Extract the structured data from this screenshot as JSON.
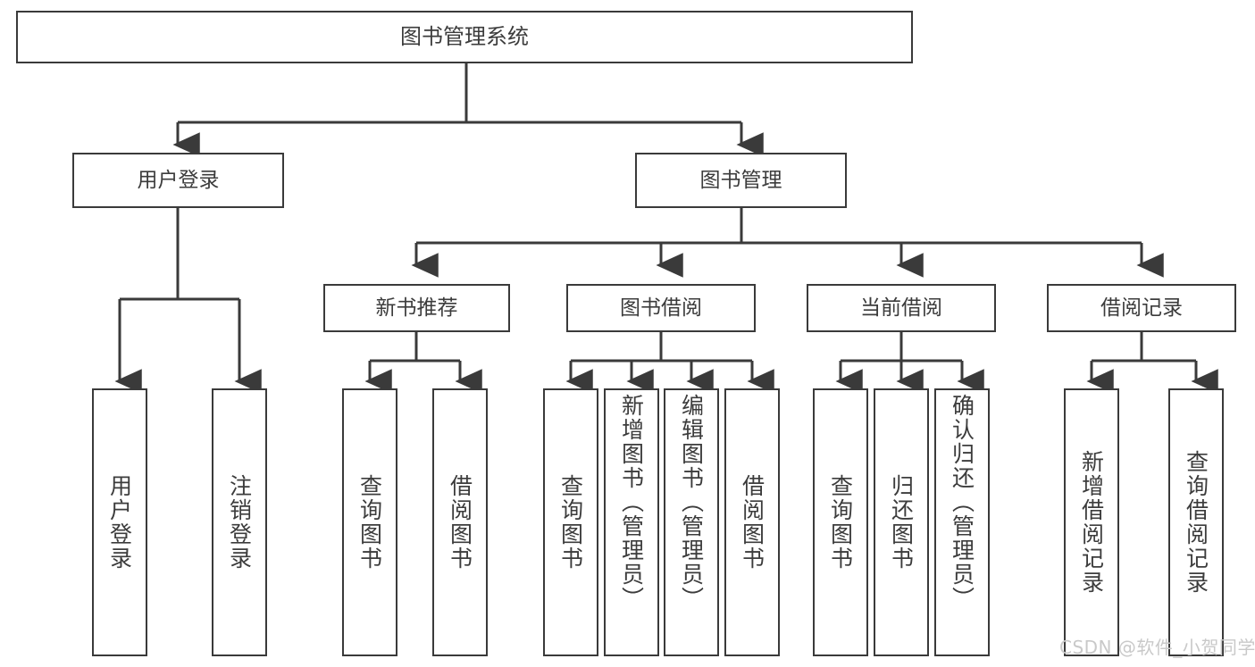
{
  "diagram": {
    "title": "图书管理系统",
    "type": "tree-hierarchy-chart",
    "colors": {
      "box_border": "#3a3a3a",
      "box_fill": "#ffffff",
      "text": "#3c3c3c",
      "connector": "#3a3a3a",
      "watermark": "#c9c9c9",
      "background": "#ffffff"
    },
    "root": {
      "label": "图书管理系统"
    },
    "level2": [
      {
        "label": "用户登录"
      },
      {
        "label": "图书管理"
      }
    ],
    "level3": [
      {
        "label": "新书推荐"
      },
      {
        "label": "图书借阅"
      },
      {
        "label": "当前借阅"
      },
      {
        "label": "借阅记录"
      }
    ],
    "leaves": {
      "user_login": [
        {
          "label": "用户登录"
        },
        {
          "label": "注销登录"
        }
      ],
      "new_book_recommend": [
        {
          "label": "查询图书"
        },
        {
          "label": "借阅图书"
        }
      ],
      "book_borrow": [
        {
          "label": "查询图书"
        },
        {
          "label": "新增图书（管理员）"
        },
        {
          "label": "编辑图书（管理员）"
        },
        {
          "label": "借阅图书"
        }
      ],
      "current_borrow": [
        {
          "label": "查询图书"
        },
        {
          "label": "归还图书"
        },
        {
          "label": "确认归还（管理员）"
        }
      ],
      "borrow_record": [
        {
          "label": "新增借阅记录"
        },
        {
          "label": "查询借阅记录"
        }
      ]
    },
    "watermark": "CSDN @软件_小贺同学"
  }
}
